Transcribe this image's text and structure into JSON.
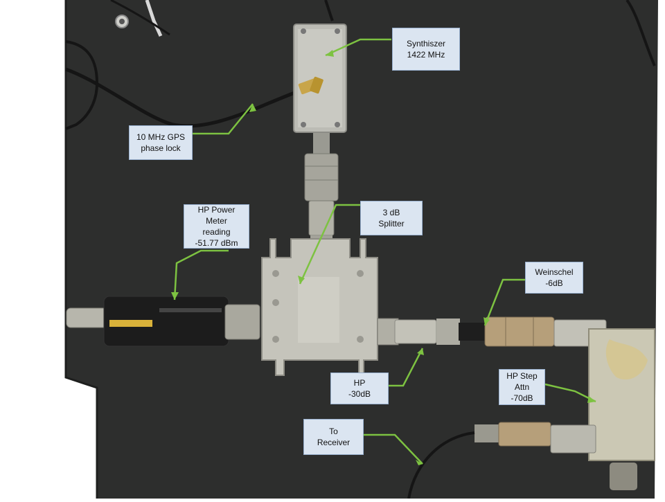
{
  "photo": {
    "subject": "RF test bench: synthesizer, 3 dB splitter, power meter sensor, attenuators and cable to receiver",
    "colors": {
      "mat": "#2d2e2d",
      "mat_edge": "#1e1f1e",
      "metal": "#b9b8ae",
      "brass": "#c8a54a",
      "cable": "#151515",
      "arrow": "#7dc241",
      "callout_fill": "#dbe5f1",
      "callout_border": "#98b0cf"
    }
  },
  "labels": {
    "synth": "Synthiszer\n1422 MHz",
    "gps": "10 MHz GPS\nphase lock",
    "splitter": "3 dB\nSplitter",
    "power_meter": "HP Power\nMeter\nreading\n-51.77 dBm",
    "weinschel": "Weinschel\n-6dB",
    "hp_atten": "HP\n-30dB",
    "step_attn": "HP Step\nAttn\n-70dB",
    "receiver": "To\nReceiver"
  }
}
